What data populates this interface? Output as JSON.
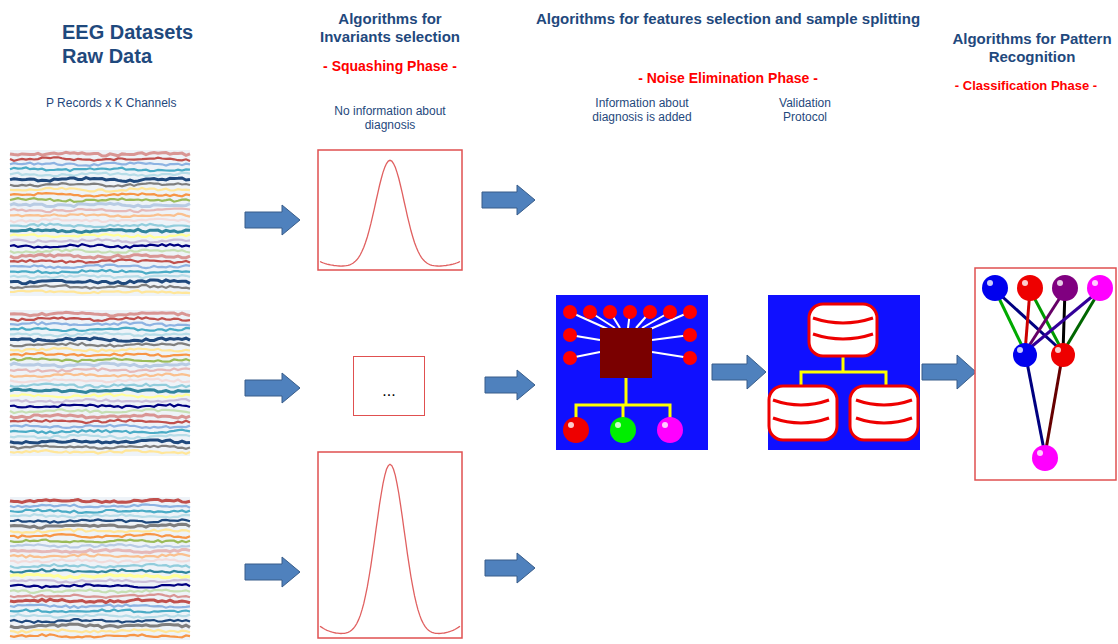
{
  "diagram": {
    "nodes": [
      {
        "text": [
          "..."
        ]
      }
    ],
    "labels": [
      "EEG Datasets Raw Data",
      "P Records x K Channels",
      "Algorithms for Invariants selection",
      "- Squashing Phase -",
      "No information about diagnosis",
      "Algorithms for features selection and sample splitting",
      "- Noise Elimination Phase -",
      "Information about diagnosis is added",
      "Validation Protocol",
      "Algorithms for Pattern Recognition",
      "- Classification Phase -"
    ]
  }
}
